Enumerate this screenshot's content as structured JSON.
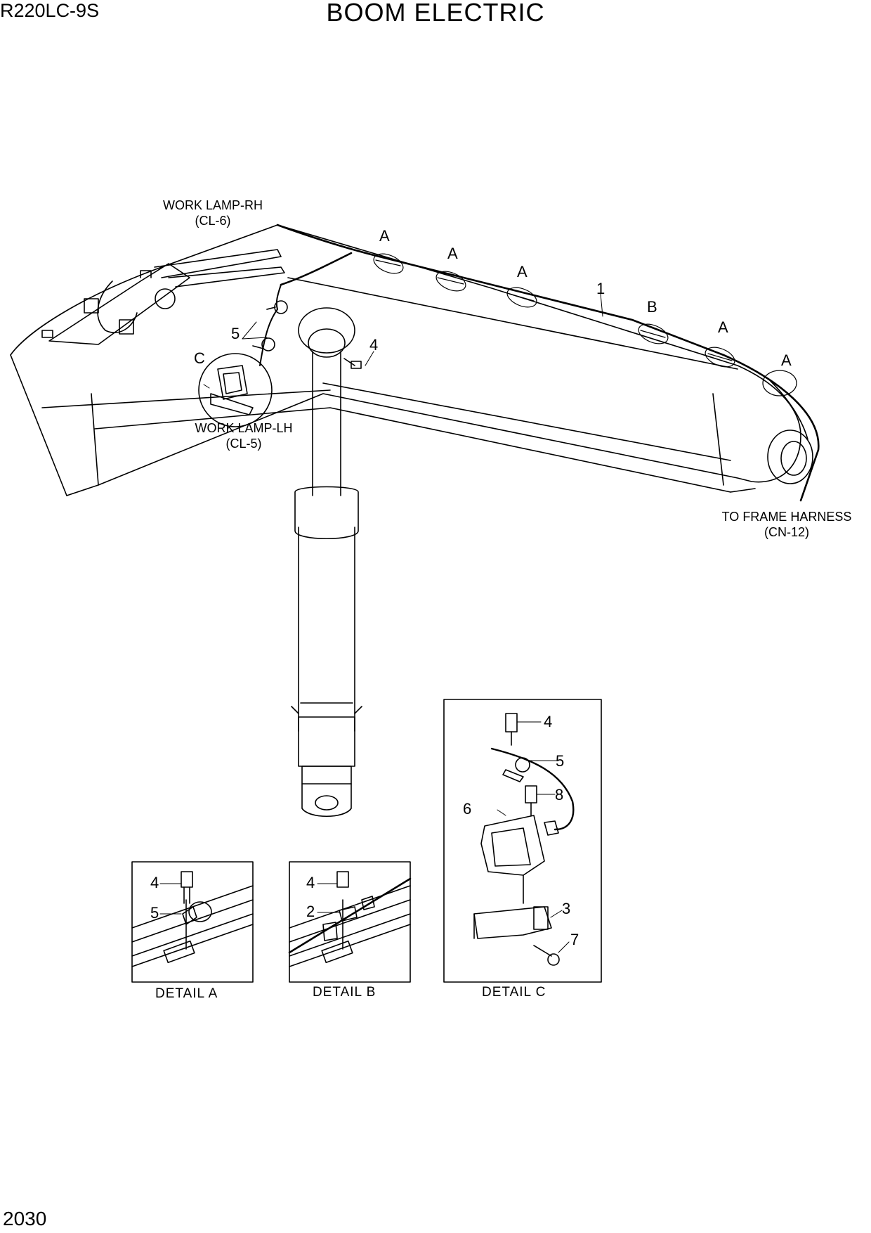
{
  "header": {
    "model": "R220LC-9S",
    "title": "BOOM ELECTRIC"
  },
  "footer": {
    "page_number": "2030"
  },
  "labels": {
    "work_lamp_rh": "WORK LAMP-RH",
    "work_lamp_rh_code": "(CL-6)",
    "work_lamp_lh": "WORK LAMP-LH",
    "work_lamp_lh_code": "(CL-5)",
    "to_frame_harness": "TO FRAME HARNESS",
    "to_frame_harness_code": "(CN-12)"
  },
  "callouts": {
    "a": "A",
    "b": "B",
    "c": "C",
    "n1": "1",
    "n2": "2",
    "n3": "3",
    "n4": "4",
    "n5": "5",
    "n6": "6",
    "n7": "7",
    "n8": "8"
  },
  "details": {
    "a": "DETAIL  A",
    "b": "DETAIL  B",
    "c": "DETAIL  C"
  }
}
